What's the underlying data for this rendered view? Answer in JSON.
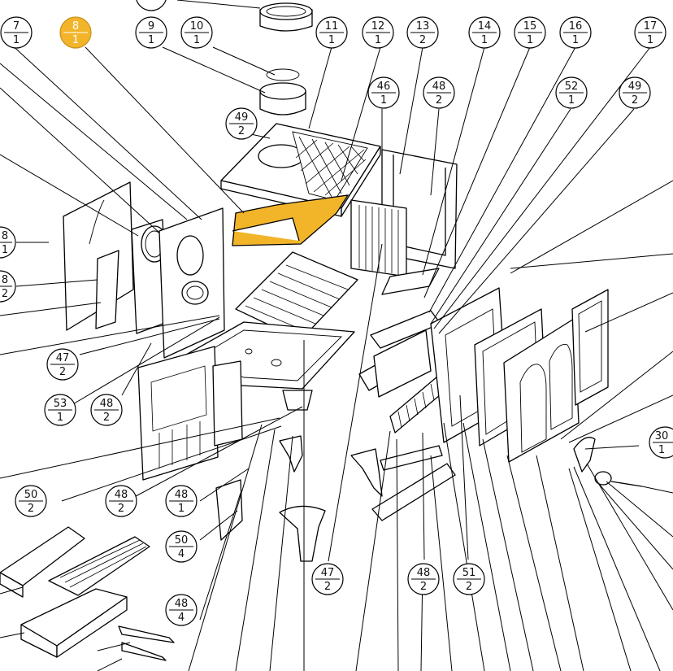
{
  "diagram": {
    "highlight_color": "#f2b52a",
    "callouts": [
      {
        "id": "7",
        "qty": "1",
        "highlight": false
      },
      {
        "id": "8",
        "qty": "1",
        "highlight": true
      },
      {
        "id": "9",
        "qty": "1",
        "highlight": false
      },
      {
        "id": "10",
        "qty": "1",
        "highlight": false
      },
      {
        "id": "11",
        "qty": "1",
        "highlight": false
      },
      {
        "id": "12",
        "qty": "1",
        "highlight": false
      },
      {
        "id": "13",
        "qty": "2",
        "highlight": false
      },
      {
        "id": "14",
        "qty": "1",
        "highlight": false
      },
      {
        "id": "15",
        "qty": "1",
        "highlight": false
      },
      {
        "id": "16",
        "qty": "1",
        "highlight": false
      },
      {
        "id": "17",
        "qty": "1",
        "highlight": false
      },
      {
        "id": "46",
        "qty": "1",
        "highlight": false
      },
      {
        "id": "48",
        "qty": "2",
        "highlight": false
      },
      {
        "id": "52",
        "qty": "1",
        "highlight": false
      },
      {
        "id": "49",
        "qty": "2",
        "highlight": false
      },
      {
        "id": "49",
        "qty": "2",
        "highlight": false
      },
      {
        "id": "8",
        "qty": "1",
        "highlight": false
      },
      {
        "id": "8",
        "qty": "2",
        "highlight": false
      },
      {
        "id": "47",
        "qty": "2",
        "highlight": false
      },
      {
        "id": "53",
        "qty": "1",
        "highlight": false
      },
      {
        "id": "48",
        "qty": "2",
        "highlight": false
      },
      {
        "id": "50",
        "qty": "2",
        "highlight": false
      },
      {
        "id": "48",
        "qty": "2",
        "highlight": false
      },
      {
        "id": "48",
        "qty": "1",
        "highlight": false
      },
      {
        "id": "50",
        "qty": "4",
        "highlight": false
      },
      {
        "id": "48",
        "qty": "4",
        "highlight": false
      },
      {
        "id": "47",
        "qty": "2",
        "highlight": false
      },
      {
        "id": "48",
        "qty": "2",
        "highlight": false
      },
      {
        "id": "51",
        "qty": "2",
        "highlight": false
      },
      {
        "id": "30",
        "qty": "1",
        "highlight": false
      }
    ]
  }
}
